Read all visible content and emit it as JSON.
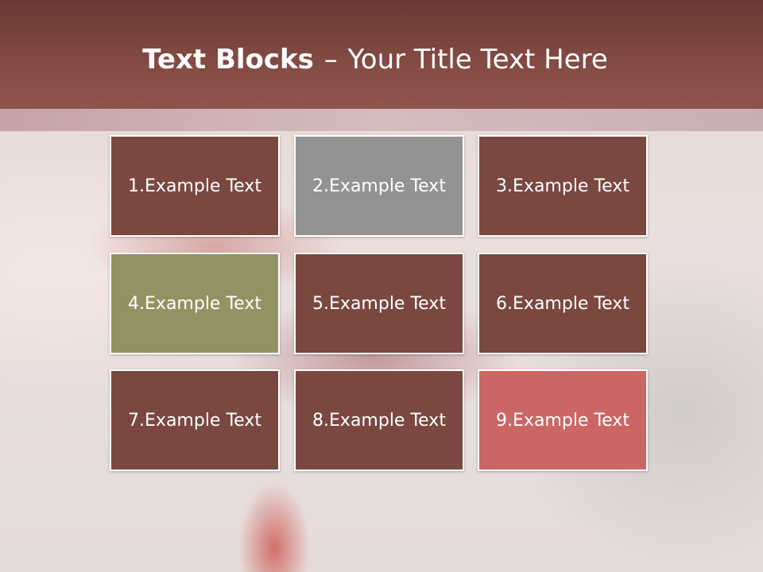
{
  "slide": {
    "title_bold": "Text Blocks",
    "title_dash": "–",
    "title_rest": "Your Title Text Here"
  },
  "blocks": [
    {
      "label": "1.Example Text",
      "color": "#7a4840"
    },
    {
      "label": "2.Example Text",
      "color": "#939393"
    },
    {
      "label": "3.Example Text",
      "color": "#7a4840"
    },
    {
      "label": "4.Example Text",
      "color": "#939263"
    },
    {
      "label": "5.Example Text",
      "color": "#7a4840"
    },
    {
      "label": "6.Example Text",
      "color": "#7a4840"
    },
    {
      "label": "7.Example Text",
      "color": "#7a4840"
    },
    {
      "label": "8.Example Text",
      "color": "#7a4840"
    },
    {
      "label": "9.Example Text",
      "color": "#cc6665"
    }
  ]
}
